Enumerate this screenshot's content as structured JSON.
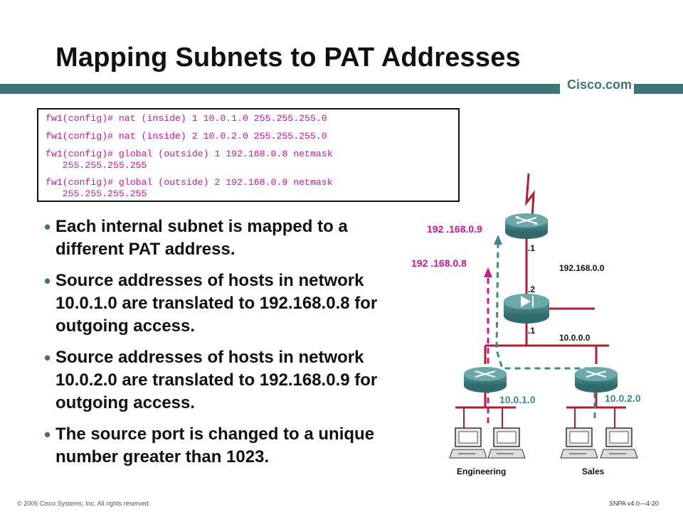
{
  "slide": {
    "title": "Mapping Subnets to PAT Addresses",
    "brand": "Cisco.com"
  },
  "cli": {
    "lines": [
      "fw1(config)# nat (inside) 1 10.0.1.0 255.255.255.0",
      "fw1(config)# nat (inside) 2 10.0.2.0 255.255.255.0",
      "fw1(config)# global (outside) 1 192.168.0.8 netmask\n   255.255.255.255",
      "fw1(config)# global (outside) 2 192.168.0.9 netmask\n   255.255.255.255"
    ]
  },
  "bullets": [
    "Each internal subnet is mapped to a  different PAT address.",
    "Source addresses of hosts in network 10.0.1.0 are translated to 192.168.0.8 for outgoing access.",
    "Source addresses of hosts in network 10.0.2.0 are translated to 192.168.0.9 for outgoing access.",
    "The source port is changed to a unique number greater than 1023."
  ],
  "diagram": {
    "pat_addr_2": "192 .168.0.9",
    "pat_addr_1": "192 .168.0.8",
    "outside_router_if": ".1",
    "outside_net": "192.168.0.0",
    "firewall_outside_if": ".2",
    "firewall_inside_if": ".1",
    "inside_net": "10.0.0.0",
    "subnet_1": "10.0.1.0",
    "subnet_2": "10.0.2.0",
    "group_1": "Engineering",
    "group_2": "Sales",
    "colors": {
      "pink": "#d0149a",
      "teal": "#3b8a8c",
      "router": "#3a7f80"
    },
    "icons": [
      "router-icon",
      "pix-firewall-icon",
      "workstation-icon",
      "serial-link-icon"
    ]
  },
  "footer": {
    "copyright": "© 2005 Cisco Systems, Inc. All rights reserved.",
    "course": "SNPA v4.0—4-20"
  }
}
